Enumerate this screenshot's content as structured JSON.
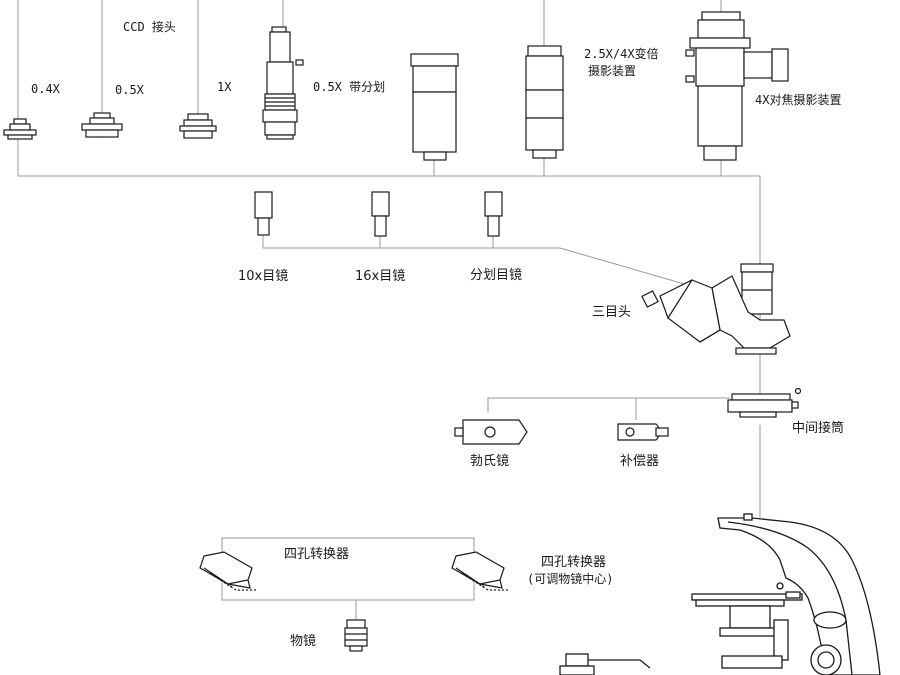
{
  "labels": {
    "ccd_adapter": "CCD 接头",
    "adapter_04x": "0.4X",
    "adapter_05x": "0.5X",
    "adapter_1x": "1X",
    "adapter_05x_reticle": "0.5X 带分划",
    "zoom_photo_line1": "2.5X/4X变倍",
    "zoom_photo_line2": "摄影装置",
    "focus_photo": "4X对焦摄影装置",
    "eyepiece_10x": "10x目镜",
    "eyepiece_16x": "16x目镜",
    "eyepiece_reticle": "分划目镜",
    "trinocular_head": "三目头",
    "intermediate_tube": "中间接筒",
    "bertrand_lens": "勃氏镜",
    "compensator": "补偿器",
    "nosepiece": "四孔转换器",
    "nosepiece_centering_line1": "四孔转换器",
    "nosepiece_centering_line2": "(可调物镜中心)",
    "objective": "物镜"
  },
  "colors": {
    "line": "#9a9a9a",
    "stroke": "#1a1a1a",
    "fill": "#ffffff"
  }
}
